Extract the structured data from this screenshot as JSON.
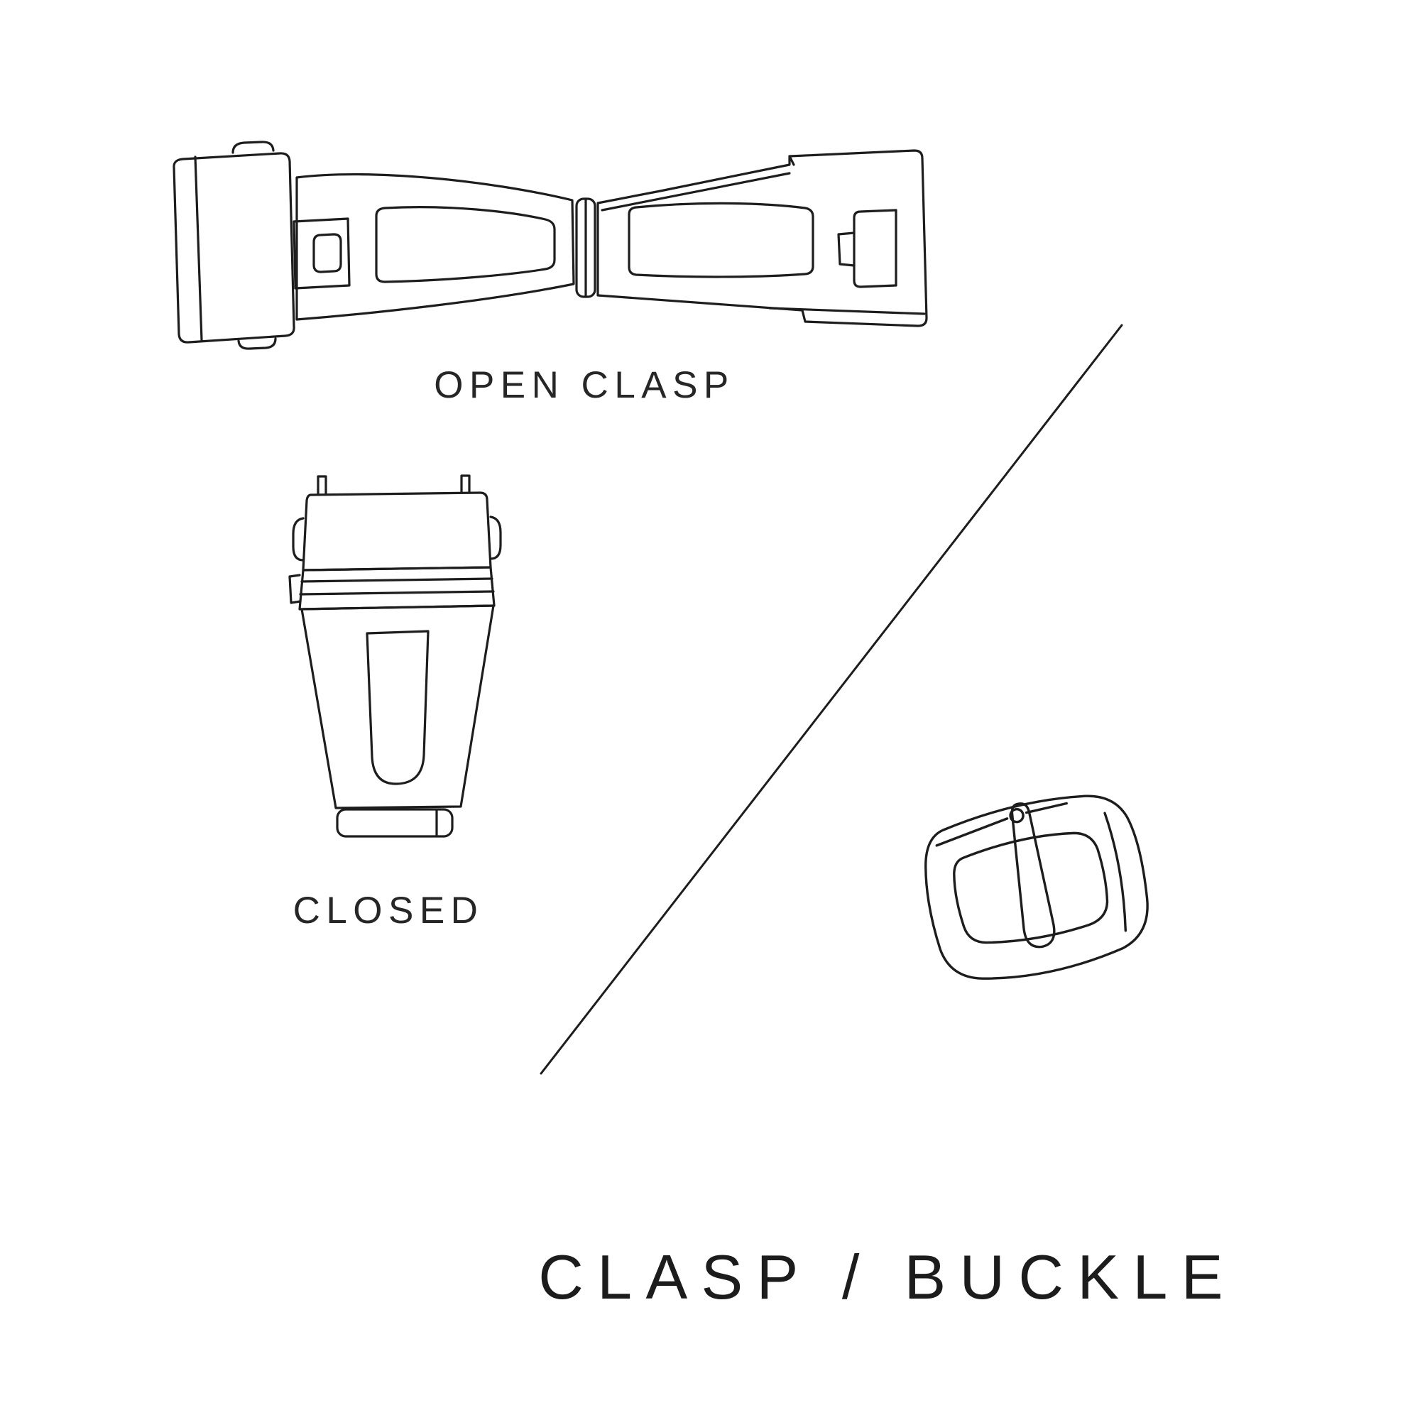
{
  "page": {
    "background_color": "#ffffff",
    "ink_color": "#1d1d1d"
  },
  "figures": {
    "open_clasp": {
      "icon": "open-clasp-illustration",
      "label": "OPEN CLASP"
    },
    "closed_clasp": {
      "icon": "closed-clasp-illustration",
      "label": "CLOSED"
    },
    "buckle": {
      "icon": "pin-buckle-illustration"
    },
    "divider": {
      "icon": "diagonal-divider-line"
    }
  },
  "title": "CLASP / BUCKLE"
}
